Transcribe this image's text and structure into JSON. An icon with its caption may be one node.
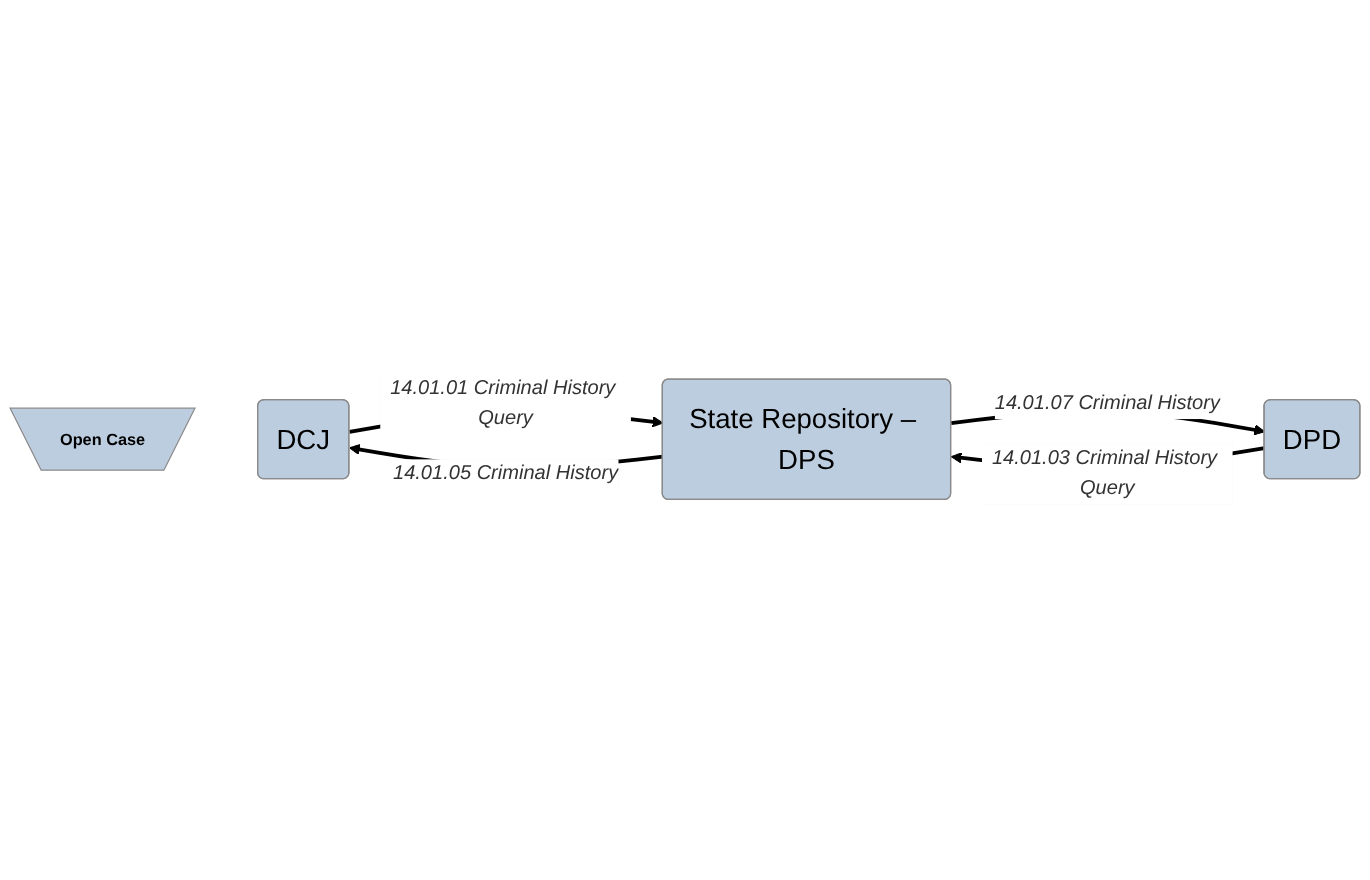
{
  "diagram": {
    "nodes": [
      {
        "text": [
          "Open Case"
        ]
      },
      {
        "text": [
          "DCJ"
        ]
      },
      {
        "text": [
          "DPD"
        ]
      },
      {
        "text": [
          "State Repository – DPS"
        ]
      }
    ],
    "edges": [
      {
        "from": 1,
        "to": 3,
        "arrow": "to",
        "label": "14.01.01 Criminal History Query"
      },
      {
        "from": 3,
        "to": 1,
        "arrow": "to",
        "label": "14.01.05 Criminal History"
      },
      {
        "from": 2,
        "to": 3,
        "arrow": "to",
        "label": "14.01.03 Criminal History Query"
      },
      {
        "from": 3,
        "to": 2,
        "arrow": "to",
        "label": "14.01.07 Criminal History"
      }
    ]
  }
}
